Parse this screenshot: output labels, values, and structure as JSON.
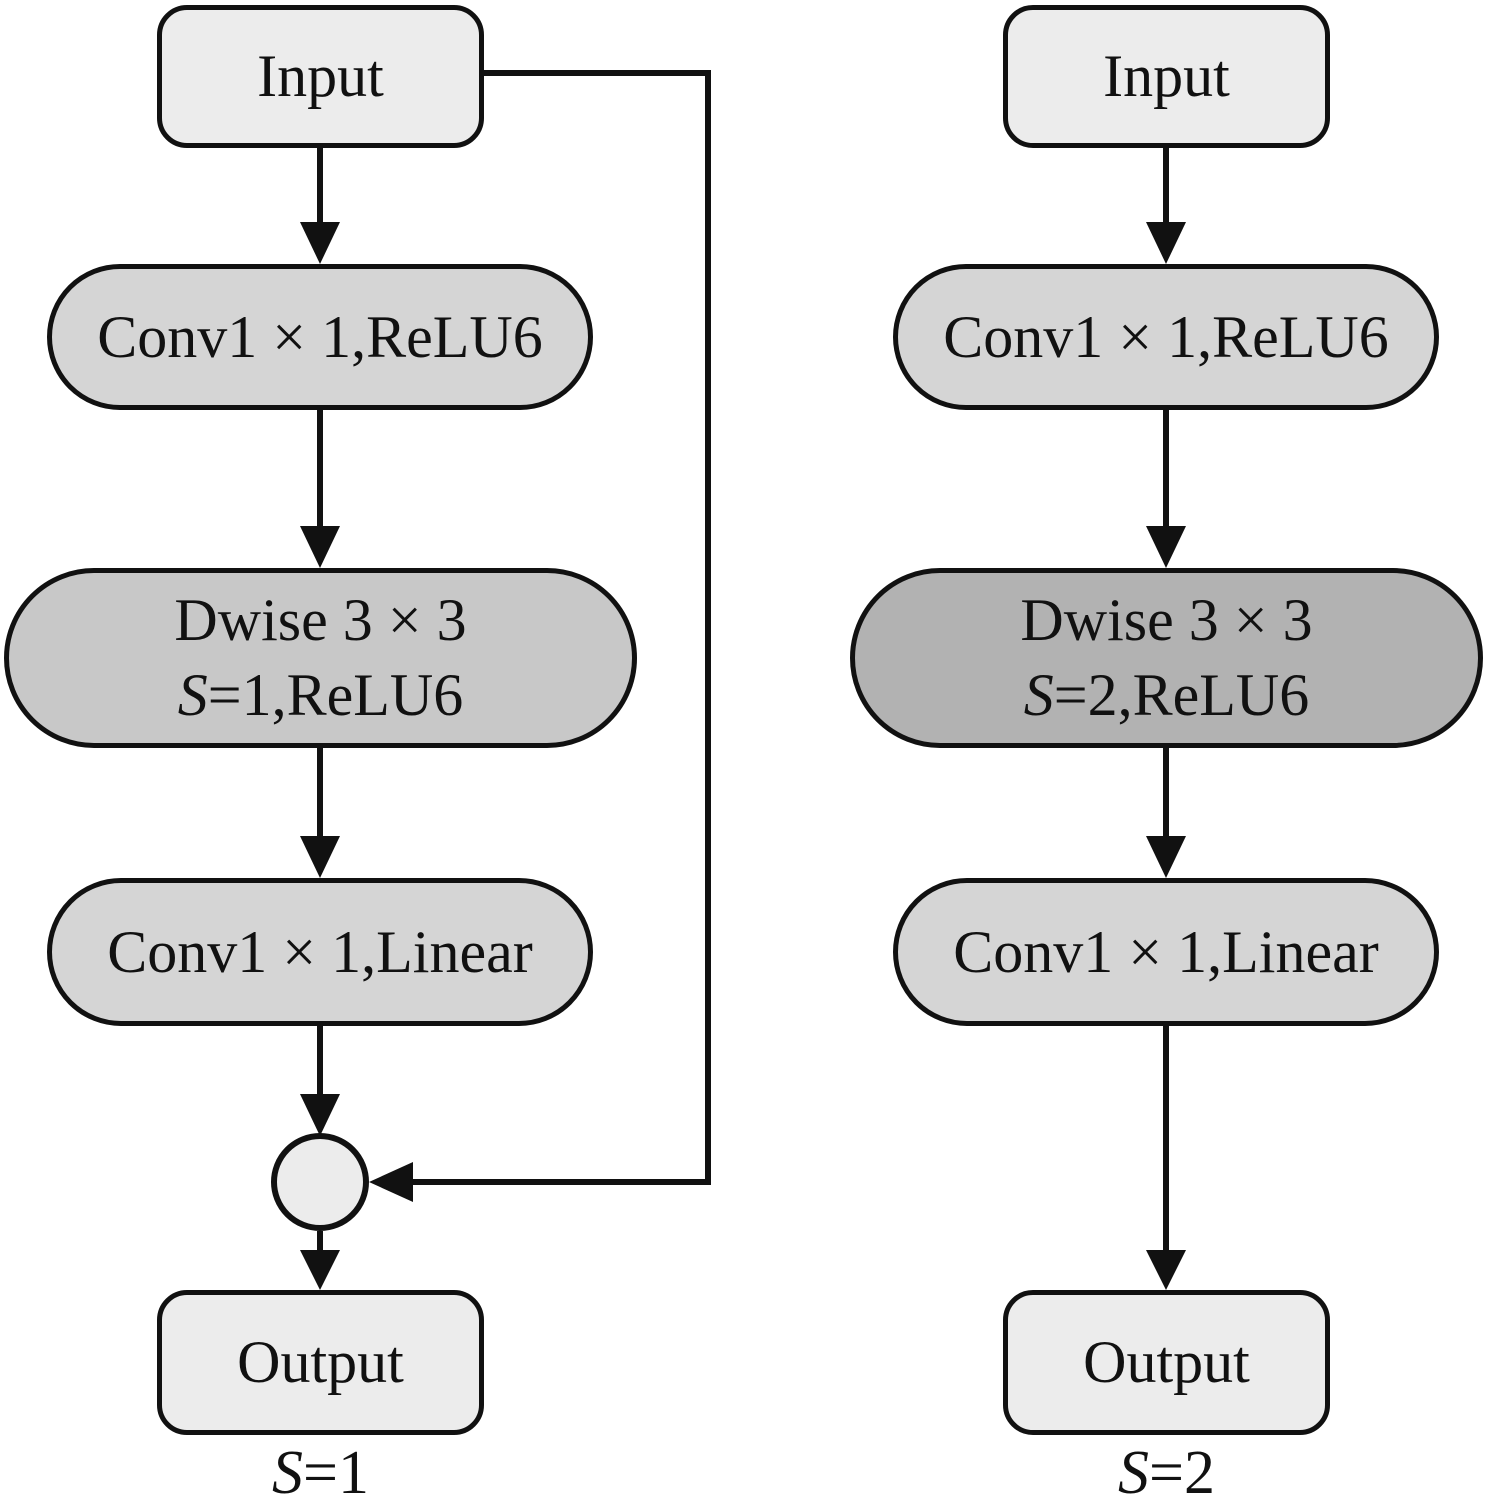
{
  "colors": {
    "io_fill": "#ececec",
    "conv_fill": "#d5d5d5",
    "dwise_s1_fill": "#c8c8c8",
    "dwise_s2_fill": "#b2b2b2",
    "wire": "#111111"
  },
  "left_branch": {
    "input_label": "Input",
    "conv_relu6_label": "Conv1 × 1,ReLU6",
    "dwise_line1": "Dwise 3 × 3",
    "dwise_line2_s": "S",
    "dwise_line2_rest": "=1,ReLU6",
    "conv_linear_label": "Conv1 × 1,Linear",
    "output_label": "Output",
    "caption_s": "S",
    "caption_rest": "=1"
  },
  "right_branch": {
    "input_label": "Input",
    "conv_relu6_label": "Conv1 × 1,ReLU6",
    "dwise_line1": "Dwise 3 × 3",
    "dwise_line2_s": "S",
    "dwise_line2_rest": "=2,ReLU6",
    "conv_linear_label": "Conv1 × 1,Linear",
    "output_label": "Output",
    "caption_s": "S",
    "caption_rest": "=2"
  }
}
